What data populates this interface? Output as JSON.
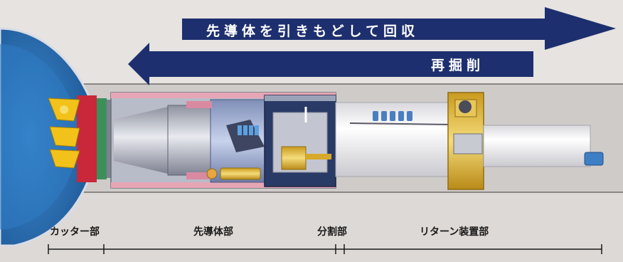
{
  "arrows": {
    "retract_label": "先導体を引きもどして回収",
    "reexcavate_label": "再掘削"
  },
  "sections": [
    {
      "label": "カッター部"
    },
    {
      "label": "先導体部"
    },
    {
      "label": "分割部"
    },
    {
      "label": "リターン装置部"
    }
  ],
  "colors": {
    "arrow_blue": "#1d2f6e",
    "ground": "#ddd9d6",
    "shaft_blue": "#2b73b8",
    "cutter_yellow": "#f2c21a",
    "cutter_red": "#c8283a",
    "cutter_green": "#3d8f5a",
    "pipe": "#f4f4f6",
    "return_gold": "#d8b23a"
  }
}
